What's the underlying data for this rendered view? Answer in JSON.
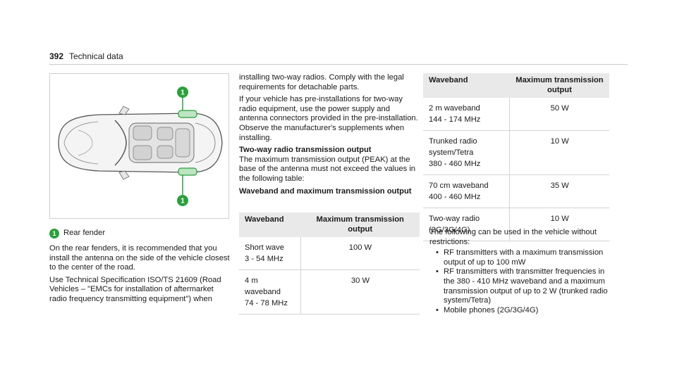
{
  "header": {
    "page_number": "392",
    "section_title": "Technical data"
  },
  "figure": {
    "callout_label": "1"
  },
  "legend": {
    "number": "1",
    "text": "Rear fender"
  },
  "col1": {
    "para1": "On the rear fenders, it is recommended that you install the antenna on the side of the vehicle closest to the center of the road.",
    "para2": "Use Technical Specification ISO/TS 21609 (Road Vehicles – \"EMCs for installation of aftermarket radio frequency transmitting equipment\") when"
  },
  "col2": {
    "para1": "installing two-way radios. Comply with the legal requirements for detachable parts.",
    "para2": "If your vehicle has pre-installations for two-way radio equipment, use the power supply and antenna connectors provided in the pre-installation. Observe the manufacturer's supplements when installing.",
    "heading1": "Two-way radio transmission output",
    "para3": "The maximum transmission output (PEAK) at the base of the antenna must not exceed the values in the following table:",
    "heading2": "Waveband and maximum transmission output"
  },
  "table1": {
    "headers": [
      "Waveband",
      "Maximum transmission output"
    ],
    "rows": [
      {
        "line1": "Short wave",
        "line2": "3 - 54 MHz",
        "value": "100 W"
      },
      {
        "line1": "4 m waveband",
        "line2": "74 - 78 MHz",
        "value": "30 W"
      }
    ]
  },
  "table2": {
    "headers": [
      "Waveband",
      "Maximum transmission output"
    ],
    "rows": [
      {
        "line1": "2 m waveband",
        "line2": "144 - 174 MHz",
        "value": "50 W"
      },
      {
        "line1": "Trunked radio system/Tetra",
        "line2": "380 - 460 MHz",
        "value": "10 W"
      },
      {
        "line1": "70 cm waveband",
        "line2": "400 - 460 MHz",
        "value": "35 W"
      },
      {
        "line1": "Two-way radio",
        "line2": "(2G/3G/4G)",
        "value": "10 W"
      }
    ]
  },
  "after_table": {
    "intro": "The following can be used in the vehicle without restrictions:",
    "bullets": [
      "RF transmitters with a maximum transmission output of up to 100 mW",
      "RF transmitters with transmitter frequencies in the 380 - 410 MHz waveband and a maximum transmission output of up to 2 W (trunked radio system/Tetra)",
      "Mobile phones (2G/3G/4G)"
    ]
  },
  "colors": {
    "callout": "#2aa13b",
    "header_bg": "#e9e9e9"
  }
}
